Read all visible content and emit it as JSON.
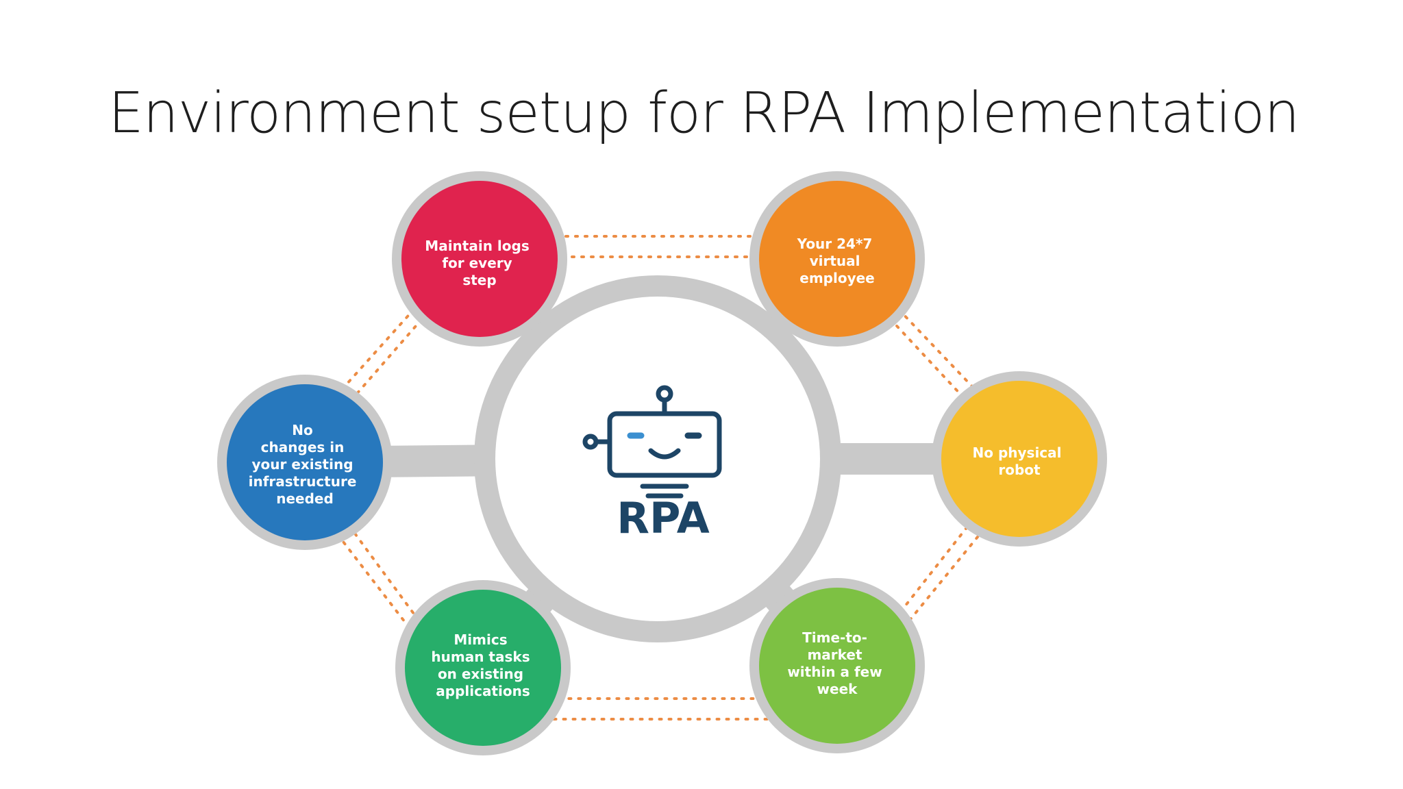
{
  "slide": {
    "title": "Environment setup for RPA Implementation"
  },
  "diagram": {
    "center_label": "RPA",
    "center_icon": "robot-icon",
    "nodes": [
      {
        "id": "maintain-logs",
        "lines": [
          "Maintain logs",
          "for every",
          "step"
        ],
        "color": "#e0234e"
      },
      {
        "id": "virtual-employee",
        "lines": [
          "Your 24*7",
          "virtual",
          "employee"
        ],
        "color": "#f08a24"
      },
      {
        "id": "no-physical-robot",
        "lines": [
          "No physical",
          "robot"
        ],
        "color": "#f5bd2c"
      },
      {
        "id": "time-to-market",
        "lines": [
          "Time-to-",
          "market",
          "within a few",
          "week"
        ],
        "color": "#7dc143"
      },
      {
        "id": "mimics-human-tasks",
        "lines": [
          "Mimics",
          "human tasks",
          "on existing",
          "applications"
        ],
        "color": "#27ae6a"
      },
      {
        "id": "no-changes",
        "lines": [
          "No",
          "changes in",
          "your existing",
          "infrastructure",
          "needed"
        ],
        "color": "#2778bd"
      }
    ],
    "colors": {
      "connector": "#c9c9c9",
      "ring_dots": "#ec8c44",
      "robot": "#1d4566",
      "robot_accent": "#3b8fd0"
    }
  }
}
